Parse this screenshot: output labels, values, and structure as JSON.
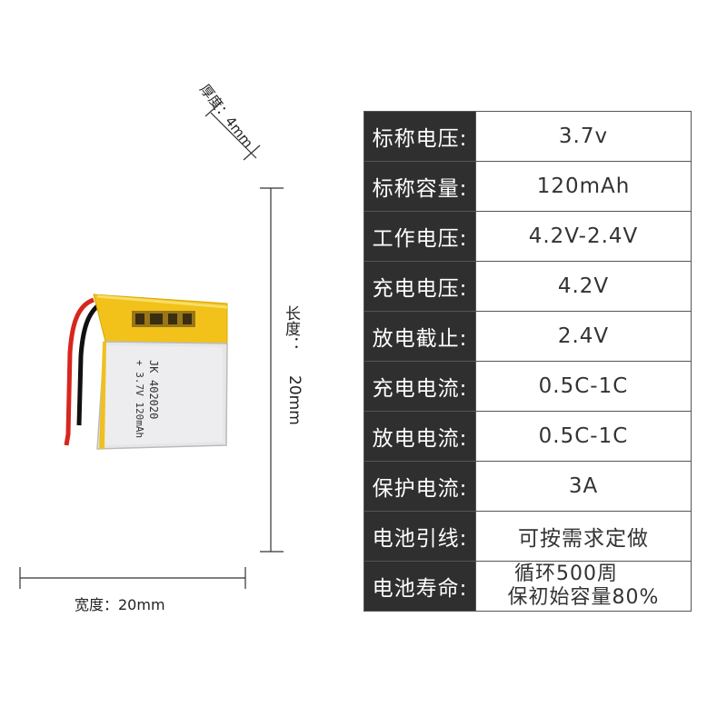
{
  "dimensions": {
    "thickness": "厚度：4mm",
    "length": "长度：20mm",
    "length_label": "长度：",
    "length_value": "20mm",
    "width": "宽度：20mm"
  },
  "battery": {
    "brand": "JK",
    "model": "402020",
    "voltage_capacity": "+ 3.7V 120mAh",
    "colors": {
      "wrap": "#f2c21a",
      "body": "#e6e6e8",
      "wire_red": "#d7261e",
      "wire_black": "#111111"
    }
  },
  "specs": [
    {
      "label": "标称电压:",
      "value": "3.7v"
    },
    {
      "label": "标称容量:",
      "value": "120mAh"
    },
    {
      "label": "工作电压:",
      "value": "4.2V-2.4V"
    },
    {
      "label": "充电电压:",
      "value": "4.2V"
    },
    {
      "label": "放电截止:",
      "value": "2.4V"
    },
    {
      "label": "充电电流:",
      "value": "0.5C-1C"
    },
    {
      "label": "放电电流:",
      "value": "0.5C-1C"
    },
    {
      "label": "保护电流:",
      "value": "3A"
    },
    {
      "label": "电池引线:",
      "value": "可按需求定做"
    },
    {
      "label": "电池寿命:",
      "value_line1": "循环500周",
      "value_line2": "保初始容量80%"
    }
  ]
}
